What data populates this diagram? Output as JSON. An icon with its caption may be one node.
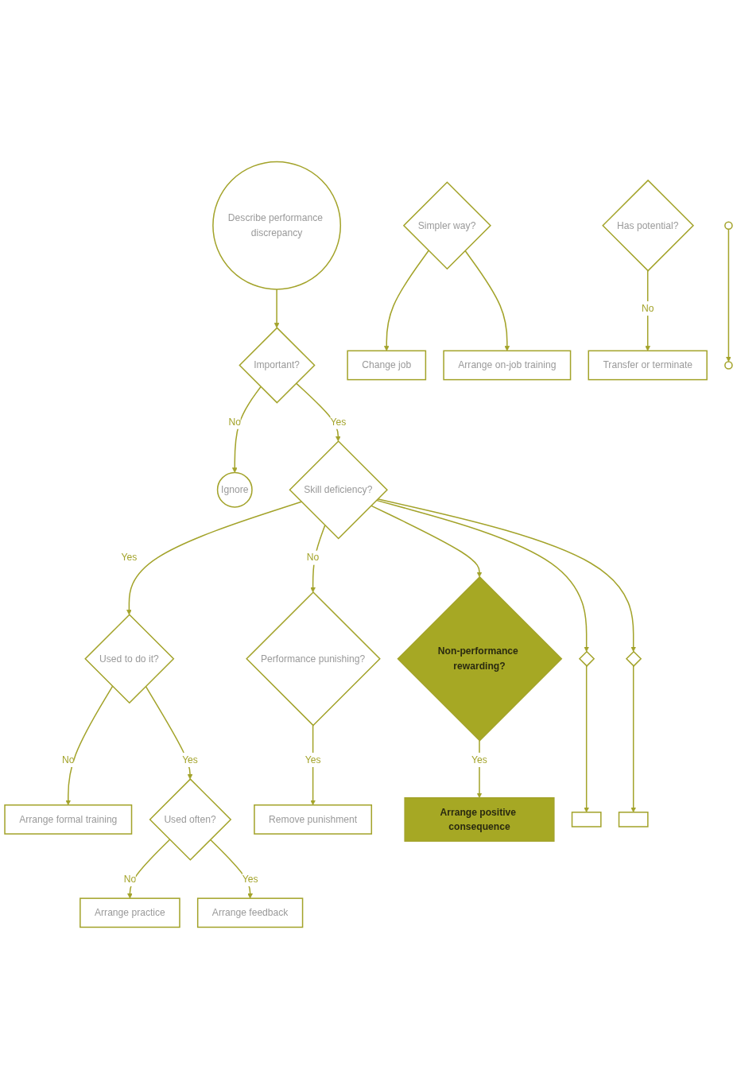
{
  "diagram": {
    "nodes": [
      {
        "text": [
          "Describe performance discrepancy"
        ]
      },
      {
        "text": [
          "Important?"
        ]
      },
      {
        "text": [
          "Ignore"
        ]
      },
      {
        "text": [
          "Skill deficiency?"
        ]
      },
      {
        "text": [
          "Used to do it?"
        ]
      },
      {
        "text": [
          "Performance punishing?"
        ]
      },
      {
        "text": [
          "Arrange formal training"
        ]
      },
      {
        "text": [
          "Remove punishment"
        ]
      },
      {
        "text": [
          "Used often?"
        ]
      },
      {
        "text": [
          "Non-performance rewarding?"
        ]
      },
      {
        "text": [
          "Arrange practice"
        ]
      },
      {
        "text": [
          "Arrange positive consequence"
        ]
      },
      {
        "text": [],
        "shape": "diamond"
      },
      {
        "text": [
          "Arrange feedback"
        ]
      },
      {
        "text": [],
        "shape": "box"
      },
      {
        "text": [
          "Change job"
        ]
      },
      {
        "text": [],
        "shape": "diamond"
      },
      {
        "text": [
          "Simpler way?"
        ]
      },
      {
        "text": [
          "Arrange on-job training"
        ]
      },
      {
        "text": [],
        "shape": "box"
      },
      {
        "text": [
          "Has potential?"
        ]
      },
      {
        "text": [
          "Transfer or terminate"
        ]
      },
      {
        "text": [],
        "shape": "circle"
      },
      {
        "text": [],
        "shape": "circle"
      }
    ],
    "edges": [
      {
        "from": 0,
        "to": 1,
        "arrow": "to"
      },
      {
        "from": 1,
        "to": 2,
        "arrow": "to",
        "label": "No"
      },
      {
        "from": 1,
        "to": 3,
        "arrow": "to",
        "label": "Yes"
      },
      {
        "from": 3,
        "to": 4,
        "arrow": "to",
        "label": "Yes"
      },
      {
        "from": 3,
        "to": 5,
        "arrow": "to",
        "label": "No"
      },
      {
        "from": 3,
        "to": 9,
        "arrow": "to"
      },
      {
        "from": 3,
        "to": 12,
        "arrow": "to"
      },
      {
        "from": 3,
        "to": 16,
        "arrow": "to"
      },
      {
        "from": 4,
        "to": 6,
        "arrow": "to",
        "label": "No"
      },
      {
        "from": 4,
        "to": 8,
        "arrow": "to",
        "label": "Yes"
      },
      {
        "from": 8,
        "to": 10,
        "arrow": "to",
        "label": "No"
      },
      {
        "from": 8,
        "to": 13,
        "arrow": "to",
        "label": "Yes"
      },
      {
        "from": 5,
        "to": 7,
        "arrow": "to",
        "label": "Yes"
      },
      {
        "from": 9,
        "to": 11,
        "arrow": "to",
        "label": "Yes"
      },
      {
        "from": 12,
        "to": 14,
        "arrow": "to"
      },
      {
        "from": 16,
        "to": 19,
        "arrow": "to"
      },
      {
        "from": 17,
        "to": 15,
        "arrow": "to"
      },
      {
        "from": 17,
        "to": 18,
        "arrow": "to"
      },
      {
        "from": 20,
        "to": 21,
        "arrow": "to",
        "label": "No"
      },
      {
        "from": 22,
        "to": 23,
        "arrow": "to"
      }
    ]
  }
}
